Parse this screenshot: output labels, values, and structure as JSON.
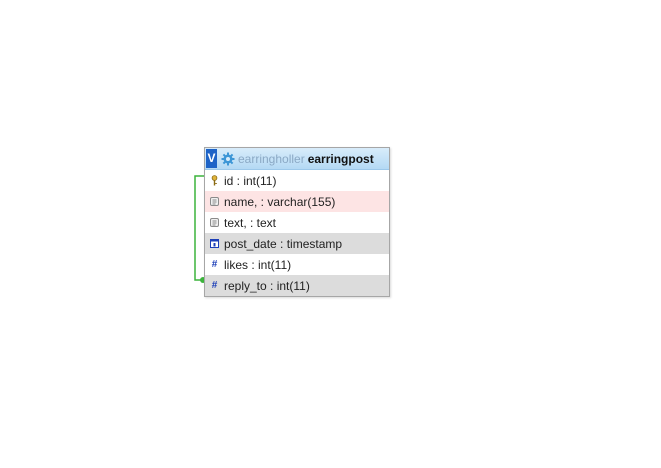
{
  "table": {
    "toggle": "V",
    "database": "earringholler",
    "name": "earringpost",
    "columns": [
      {
        "label": "id : int(11)",
        "icon": "key-icon",
        "bg": "white"
      },
      {
        "label": "name, : varchar(155)",
        "icon": "text-field-icon",
        "bg": "pink"
      },
      {
        "label": "text, : text",
        "icon": "text-field-icon",
        "bg": "white"
      },
      {
        "label": "post_date : timestamp",
        "icon": "calendar-icon",
        "bg": "gray"
      },
      {
        "label": "likes : int(11)",
        "icon": "number-icon",
        "bg": "white"
      },
      {
        "label": "reply_to : int(11)",
        "icon": "number-icon",
        "bg": "gray"
      }
    ]
  },
  "colors": {
    "header_start": "#d8ecfa",
    "header_end": "#b4d9f4",
    "toggle": "#1d63c7",
    "relation_line": "#3cb43c",
    "row_alt": "#dcdcdc",
    "row_highlight": "#fde4e4"
  }
}
